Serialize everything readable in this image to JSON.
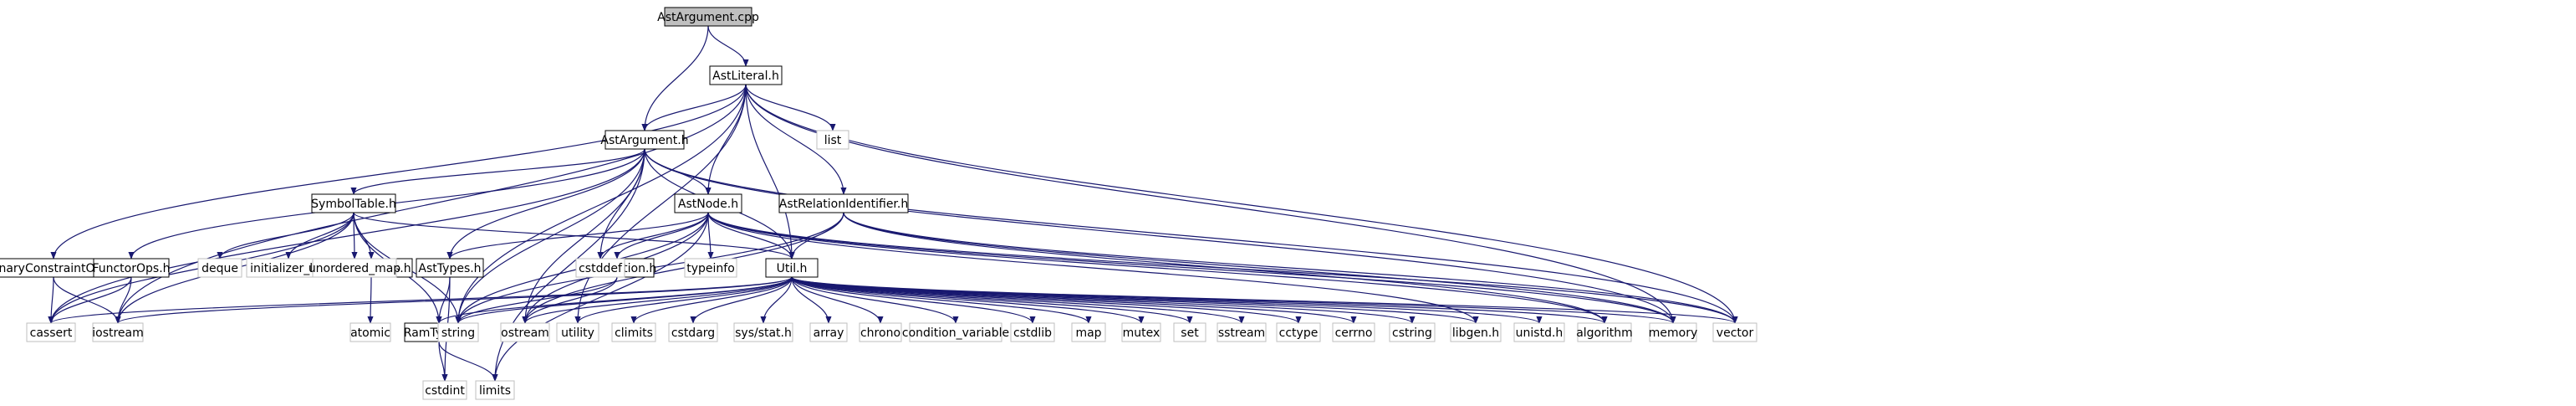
{
  "diagram": {
    "colors": {
      "edge": "#191970",
      "root_fill": "#bfbfbf",
      "root_border": "#000000",
      "local_border": "#000000",
      "system_border": "#bfbfbf",
      "node_fill": "#ffffff",
      "text": "#000000"
    },
    "nodes": [
      {
        "id": "astargument_cpp",
        "label": "AstArgument.cpp",
        "kind": "root"
      },
      {
        "id": "astliteral_h",
        "label": "AstLiteral.h",
        "kind": "local"
      },
      {
        "id": "astargument_h",
        "label": "AstArgument.h",
        "kind": "local"
      },
      {
        "id": "binaryconstraintops_h",
        "label": "BinaryConstraintOps.h",
        "kind": "local"
      },
      {
        "id": "symboltable_h",
        "label": "SymbolTable.h",
        "kind": "local"
      },
      {
        "id": "functorops_h",
        "label": "FunctorOps.h",
        "kind": "local"
      },
      {
        "id": "parallelutils_h",
        "label": "ParallelUtils.h",
        "kind": "local"
      },
      {
        "id": "astnode_h",
        "label": "AstNode.h",
        "kind": "local"
      },
      {
        "id": "asttypes_h",
        "label": "AstTypes.h",
        "kind": "local"
      },
      {
        "id": "srclocation_h",
        "label": "SrcLocation.h",
        "kind": "local"
      },
      {
        "id": "astrelationidentifier_h",
        "label": "AstRelationIdentifier.h",
        "kind": "local"
      },
      {
        "id": "util_h",
        "label": "Util.h",
        "kind": "local"
      },
      {
        "id": "ramtypes_h",
        "label": "RamTypes.h",
        "kind": "local"
      },
      {
        "id": "list",
        "label": "list",
        "kind": "system"
      },
      {
        "id": "deque",
        "label": "deque",
        "kind": "system"
      },
      {
        "id": "initializer_list",
        "label": "initializer_list",
        "kind": "system"
      },
      {
        "id": "unordered_map",
        "label": "unordered_map",
        "kind": "system"
      },
      {
        "id": "cstddef",
        "label": "cstddef",
        "kind": "system"
      },
      {
        "id": "typeinfo",
        "label": "typeinfo",
        "kind": "system"
      },
      {
        "id": "cassert",
        "label": "cassert",
        "kind": "system"
      },
      {
        "id": "iostream",
        "label": "iostream",
        "kind": "system"
      },
      {
        "id": "atomic",
        "label": "atomic",
        "kind": "system"
      },
      {
        "id": "string",
        "label": "string",
        "kind": "system"
      },
      {
        "id": "ostream",
        "label": "ostream",
        "kind": "system"
      },
      {
        "id": "utility",
        "label": "utility",
        "kind": "system"
      },
      {
        "id": "climits",
        "label": "climits",
        "kind": "system"
      },
      {
        "id": "cstdarg",
        "label": "cstdarg",
        "kind": "system"
      },
      {
        "id": "sys_stat_h",
        "label": "sys/stat.h",
        "kind": "system"
      },
      {
        "id": "array",
        "label": "array",
        "kind": "system"
      },
      {
        "id": "chrono",
        "label": "chrono",
        "kind": "system"
      },
      {
        "id": "condition_variable",
        "label": "condition_variable",
        "kind": "system"
      },
      {
        "id": "cstdlib",
        "label": "cstdlib",
        "kind": "system"
      },
      {
        "id": "map",
        "label": "map",
        "kind": "system"
      },
      {
        "id": "mutex",
        "label": "mutex",
        "kind": "system"
      },
      {
        "id": "set",
        "label": "set",
        "kind": "system"
      },
      {
        "id": "sstream",
        "label": "sstream",
        "kind": "system"
      },
      {
        "id": "cctype",
        "label": "cctype",
        "kind": "system"
      },
      {
        "id": "cerrno",
        "label": "cerrno",
        "kind": "system"
      },
      {
        "id": "cstring",
        "label": "cstring",
        "kind": "system"
      },
      {
        "id": "libgen_h",
        "label": "libgen.h",
        "kind": "system"
      },
      {
        "id": "unistd_h",
        "label": "unistd.h",
        "kind": "system"
      },
      {
        "id": "algorithm",
        "label": "algorithm",
        "kind": "system"
      },
      {
        "id": "memory",
        "label": "memory",
        "kind": "system"
      },
      {
        "id": "vector",
        "label": "vector",
        "kind": "system"
      },
      {
        "id": "cstdint",
        "label": "cstdint",
        "kind": "system"
      },
      {
        "id": "limits",
        "label": "limits",
        "kind": "system"
      }
    ],
    "edges": [
      [
        "astargument_cpp",
        "astliteral_h"
      ],
      [
        "astargument_cpp",
        "astargument_h"
      ],
      [
        "astliteral_h",
        "astargument_h"
      ],
      [
        "astliteral_h",
        "binaryconstraintops_h"
      ],
      [
        "astliteral_h",
        "astnode_h"
      ],
      [
        "astliteral_h",
        "astrelationidentifier_h"
      ],
      [
        "astliteral_h",
        "util_h"
      ],
      [
        "astliteral_h",
        "list"
      ],
      [
        "astliteral_h",
        "iostream"
      ],
      [
        "astliteral_h",
        "string"
      ],
      [
        "astliteral_h",
        "utility"
      ],
      [
        "astliteral_h",
        "memory"
      ],
      [
        "astliteral_h",
        "vector"
      ],
      [
        "astargument_h",
        "symboltable_h"
      ],
      [
        "astargument_h",
        "functorops_h"
      ],
      [
        "astargument_h",
        "astnode_h"
      ],
      [
        "astargument_h",
        "asttypes_h"
      ],
      [
        "astargument_h",
        "util_h"
      ],
      [
        "astargument_h",
        "cassert"
      ],
      [
        "astargument_h",
        "cstddef"
      ],
      [
        "astargument_h",
        "string"
      ],
      [
        "astargument_h",
        "ostream"
      ],
      [
        "astargument_h",
        "limits"
      ],
      [
        "astargument_h",
        "memory"
      ],
      [
        "astargument_h",
        "vector"
      ],
      [
        "binaryconstraintops_h",
        "cassert"
      ],
      [
        "binaryconstraintops_h",
        "iostream"
      ],
      [
        "symboltable_h",
        "parallelutils_h"
      ],
      [
        "symboltable_h",
        "ramtypes_h"
      ],
      [
        "symboltable_h",
        "util_h"
      ],
      [
        "symboltable_h",
        "deque"
      ],
      [
        "symboltable_h",
        "initializer_list"
      ],
      [
        "symboltable_h",
        "unordered_map"
      ],
      [
        "symboltable_h",
        "cassert"
      ],
      [
        "symboltable_h",
        "iostream"
      ],
      [
        "symboltable_h",
        "string"
      ],
      [
        "functorops_h",
        "cassert"
      ],
      [
        "functorops_h",
        "iostream"
      ],
      [
        "parallelutils_h",
        "atomic"
      ],
      [
        "astnode_h",
        "asttypes_h"
      ],
      [
        "astnode_h",
        "srclocation_h"
      ],
      [
        "astnode_h",
        "util_h"
      ],
      [
        "astnode_h",
        "cstddef"
      ],
      [
        "astnode_h",
        "typeinfo"
      ],
      [
        "astnode_h",
        "string"
      ],
      [
        "astnode_h",
        "ostream"
      ],
      [
        "astnode_h",
        "limits"
      ],
      [
        "astnode_h",
        "memory"
      ],
      [
        "astnode_h",
        "vector"
      ],
      [
        "astnode_h",
        "algorithm"
      ],
      [
        "astnode_h",
        "libgen_h"
      ],
      [
        "asttypes_h",
        "ramtypes_h"
      ],
      [
        "asttypes_h",
        "cstdint"
      ],
      [
        "srclocation_h",
        "string"
      ],
      [
        "srclocation_h",
        "ostream"
      ],
      [
        "astrelationidentifier_h",
        "util_h"
      ],
      [
        "astrelationidentifier_h",
        "string"
      ],
      [
        "astrelationidentifier_h",
        "ostream"
      ],
      [
        "astrelationidentifier_h",
        "algorithm"
      ],
      [
        "astrelationidentifier_h",
        "memory"
      ],
      [
        "astrelationidentifier_h",
        "vector"
      ],
      [
        "util_h",
        "ramtypes_h"
      ],
      [
        "util_h",
        "cassert"
      ],
      [
        "util_h",
        "iostream"
      ],
      [
        "util_h",
        "string"
      ],
      [
        "util_h",
        "ostream"
      ],
      [
        "util_h",
        "utility"
      ],
      [
        "util_h",
        "climits"
      ],
      [
        "util_h",
        "cstdarg"
      ],
      [
        "util_h",
        "sys_stat_h"
      ],
      [
        "util_h",
        "array"
      ],
      [
        "util_h",
        "chrono"
      ],
      [
        "util_h",
        "condition_variable"
      ],
      [
        "util_h",
        "cstdlib"
      ],
      [
        "util_h",
        "map"
      ],
      [
        "util_h",
        "mutex"
      ],
      [
        "util_h",
        "set"
      ],
      [
        "util_h",
        "sstream"
      ],
      [
        "util_h",
        "cctype"
      ],
      [
        "util_h",
        "cerrno"
      ],
      [
        "util_h",
        "cstring"
      ],
      [
        "util_h",
        "libgen_h"
      ],
      [
        "util_h",
        "unistd_h"
      ],
      [
        "util_h",
        "algorithm"
      ],
      [
        "util_h",
        "memory"
      ],
      [
        "util_h",
        "vector"
      ],
      [
        "ramtypes_h",
        "cstdint"
      ],
      [
        "ramtypes_h",
        "limits"
      ]
    ]
  }
}
